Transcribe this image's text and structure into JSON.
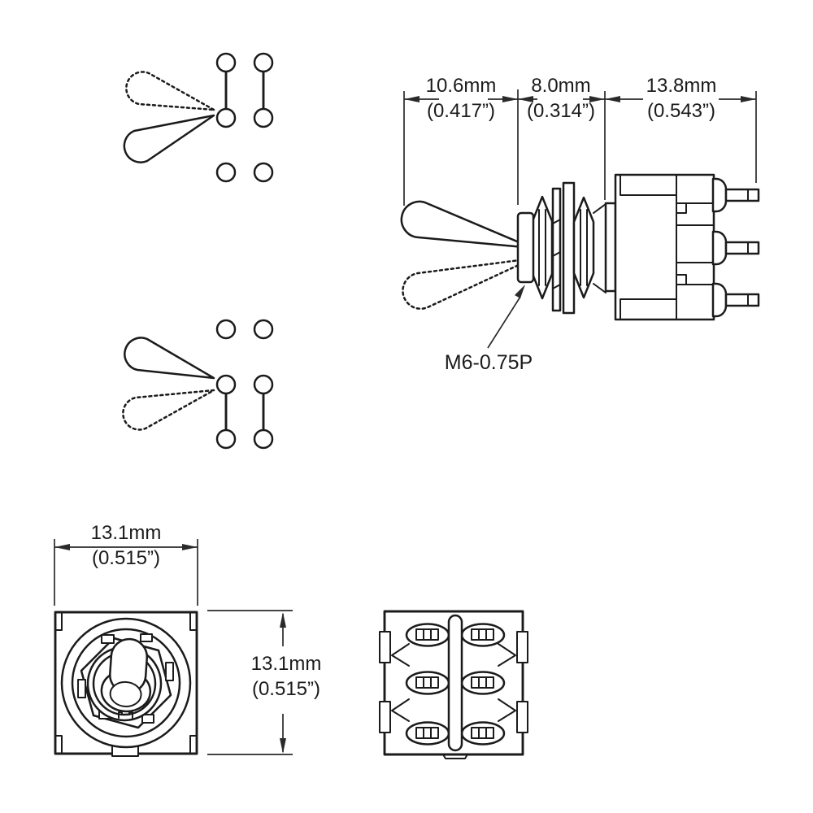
{
  "drawing": {
    "type": "toggle-switch-technical-drawing",
    "colors": {
      "line": "#1b1b1b",
      "background": "#ffffff"
    },
    "labels": {
      "thread_spec": "M6-0.75P"
    },
    "dimensions": {
      "lever_length": {
        "metric": "10.6mm",
        "imperial": "(0.417”)"
      },
      "bushing_length": {
        "metric": "8.0mm",
        "imperial": "(0.314”)"
      },
      "body_length": {
        "metric": "13.8mm",
        "imperial": "(0.543”)"
      },
      "body_width": {
        "metric": "13.1mm",
        "imperial": "(0.515”)"
      },
      "body_height": {
        "metric": "13.1mm",
        "imperial": "(0.515”)"
      }
    },
    "views": {
      "schematic_position_1": "lever down - upper and middle contacts bridged",
      "schematic_position_2": "lever up - middle and lower contacts bridged",
      "side_view": "panel mount toggle with two nuts, washers and 3 pins",
      "front_view": "square bezel with hex bushing and toggle",
      "bottom_view": "six solder lug terminals in two rows"
    }
  }
}
